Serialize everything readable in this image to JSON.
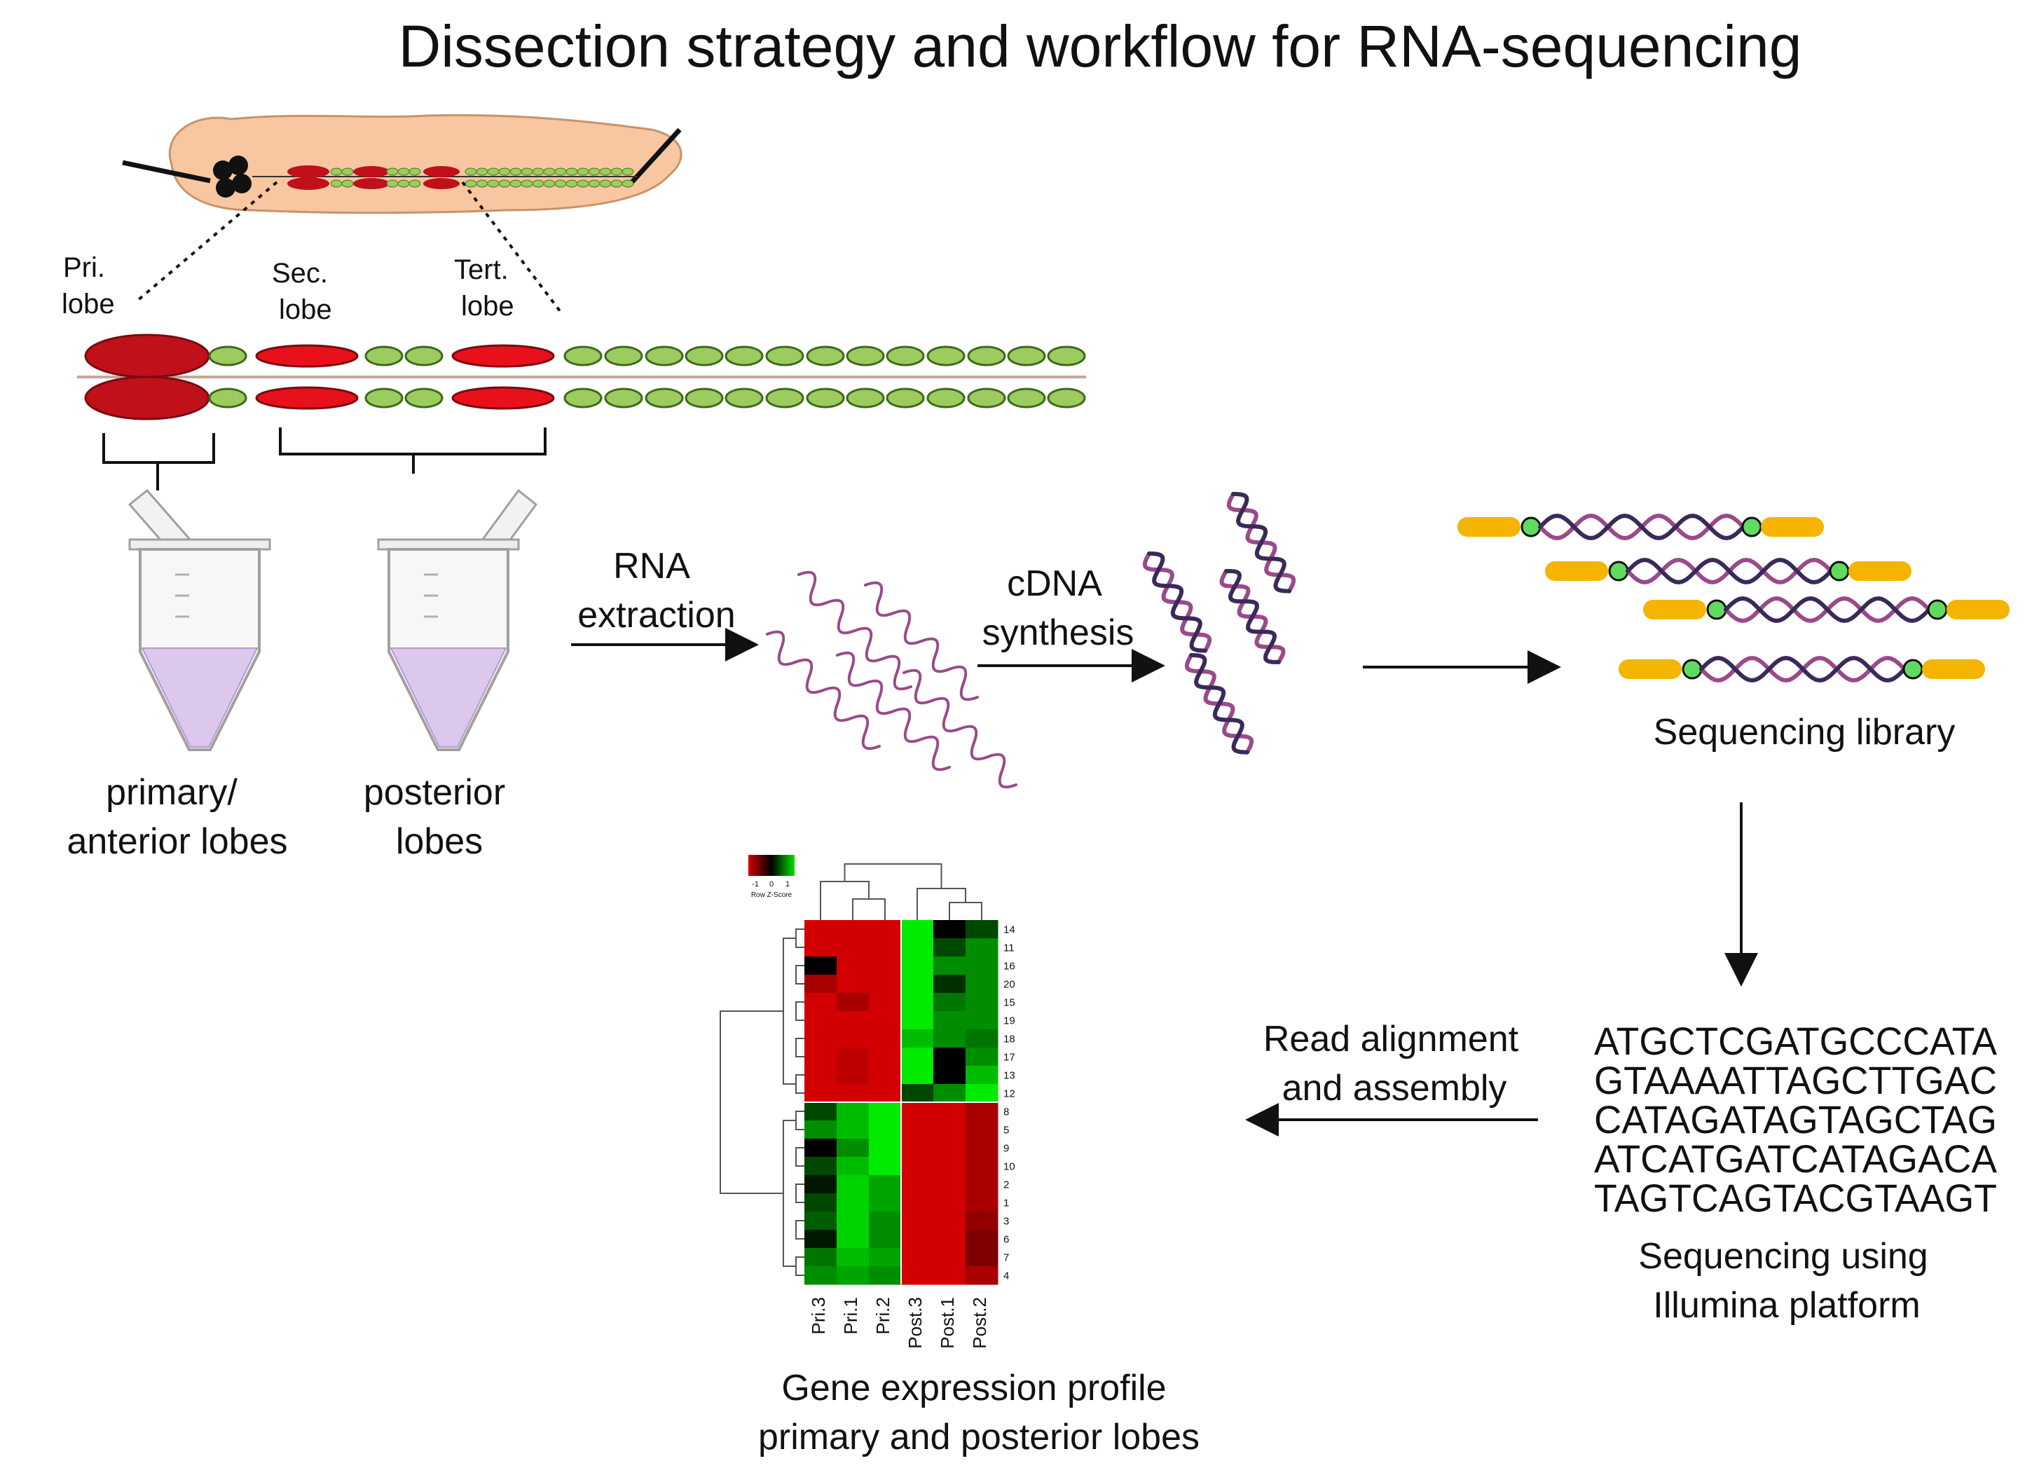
{
  "title": "Dissection strategy and workflow for RNA-sequencing",
  "dissection": {
    "pri_label": [
      "Pri.",
      "lobe"
    ],
    "sec_label": [
      "Sec.",
      "lobe"
    ],
    "tert_label": [
      "Tert.",
      "lobe"
    ]
  },
  "tubes": {
    "primary_label": [
      "primary/",
      "anterior lobes"
    ],
    "posterior_label": [
      "posterior",
      "lobes"
    ]
  },
  "steps": {
    "rna_extraction": [
      "RNA",
      "extraction"
    ],
    "cdna_synthesis": [
      "cDNA",
      "synthesis"
    ],
    "sequencing_library": "Sequencing library",
    "read_alignment": [
      "Read alignment",
      "and assembly"
    ],
    "sequencing": [
      "Sequencing using",
      "Illumina platform"
    ]
  },
  "sequences": [
    "ATGCTCGATGCCCATA",
    "GTAAAATTAGCTTGAC",
    "CATAGATAGTAGCTAG",
    "ATCATGATCATAGACA",
    "TAGTCAGTACGTAAGT"
  ],
  "heatmap": {
    "caption": [
      "Gene expression profile",
      "primary and posterior lobes"
    ],
    "legend_ticks": [
      "-1",
      "0",
      "1"
    ],
    "legend_title": "Row Z-Score",
    "columns": [
      "Pri.3",
      "Pri.1",
      "Pri.2",
      "Post.3",
      "Post.1",
      "Post.2"
    ],
    "rows": [
      "14",
      "11",
      "16",
      "20",
      "15",
      "19",
      "18",
      "17",
      "13",
      "12",
      "8",
      "5",
      "9",
      "10",
      "2",
      "1",
      "3",
      "6",
      "7",
      "4"
    ],
    "values": [
      [
        -1.0,
        -1.0,
        -1.0,
        1.0,
        0.0,
        0.3
      ],
      [
        -1.0,
        -1.0,
        -1.0,
        1.0,
        0.3,
        0.6
      ],
      [
        0.0,
        -1.0,
        -1.0,
        1.0,
        0.6,
        0.6
      ],
      [
        -0.8,
        -1.0,
        -1.0,
        1.0,
        0.2,
        0.6
      ],
      [
        -1.0,
        -0.8,
        -1.0,
        1.0,
        0.5,
        0.6
      ],
      [
        -1.0,
        -1.0,
        -1.0,
        1.0,
        0.6,
        0.6
      ],
      [
        -1.0,
        -1.0,
        -1.0,
        0.8,
        0.6,
        0.5
      ],
      [
        -1.0,
        -0.9,
        -1.0,
        1.0,
        0.0,
        0.6
      ],
      [
        -1.0,
        -0.9,
        -1.0,
        1.0,
        0.0,
        0.8
      ],
      [
        -1.0,
        -1.0,
        -1.0,
        0.3,
        0.6,
        1.0
      ],
      [
        0.3,
        0.8,
        1.0,
        -1.0,
        -1.0,
        -0.8
      ],
      [
        0.6,
        0.8,
        1.0,
        -1.0,
        -1.0,
        -0.8
      ],
      [
        0.0,
        0.6,
        1.0,
        -1.0,
        -1.0,
        -0.8
      ],
      [
        0.3,
        0.8,
        1.0,
        -1.0,
        -1.0,
        -0.8
      ],
      [
        0.1,
        0.9,
        0.7,
        -1.0,
        -1.0,
        -0.8
      ],
      [
        0.3,
        0.9,
        0.7,
        -1.0,
        -1.0,
        -0.8
      ],
      [
        0.4,
        0.9,
        0.6,
        -1.0,
        -1.0,
        -0.7
      ],
      [
        0.1,
        0.9,
        0.6,
        -1.0,
        -1.0,
        -0.6
      ],
      [
        0.5,
        0.8,
        0.7,
        -1.0,
        -1.0,
        -0.6
      ],
      [
        0.6,
        0.7,
        0.6,
        -1.0,
        -1.0,
        -0.8
      ]
    ]
  },
  "colors": {
    "larva_body": "#f8c6a0",
    "lobe_red": "#c0101a",
    "lobe_green": "#9ccc60",
    "tube_liquid": "#dcc8ec",
    "strand": "#9a4a8a",
    "strand_dark": "#3a2a5a",
    "adapter": "#f4b400",
    "bead": "#5fdc5f"
  }
}
